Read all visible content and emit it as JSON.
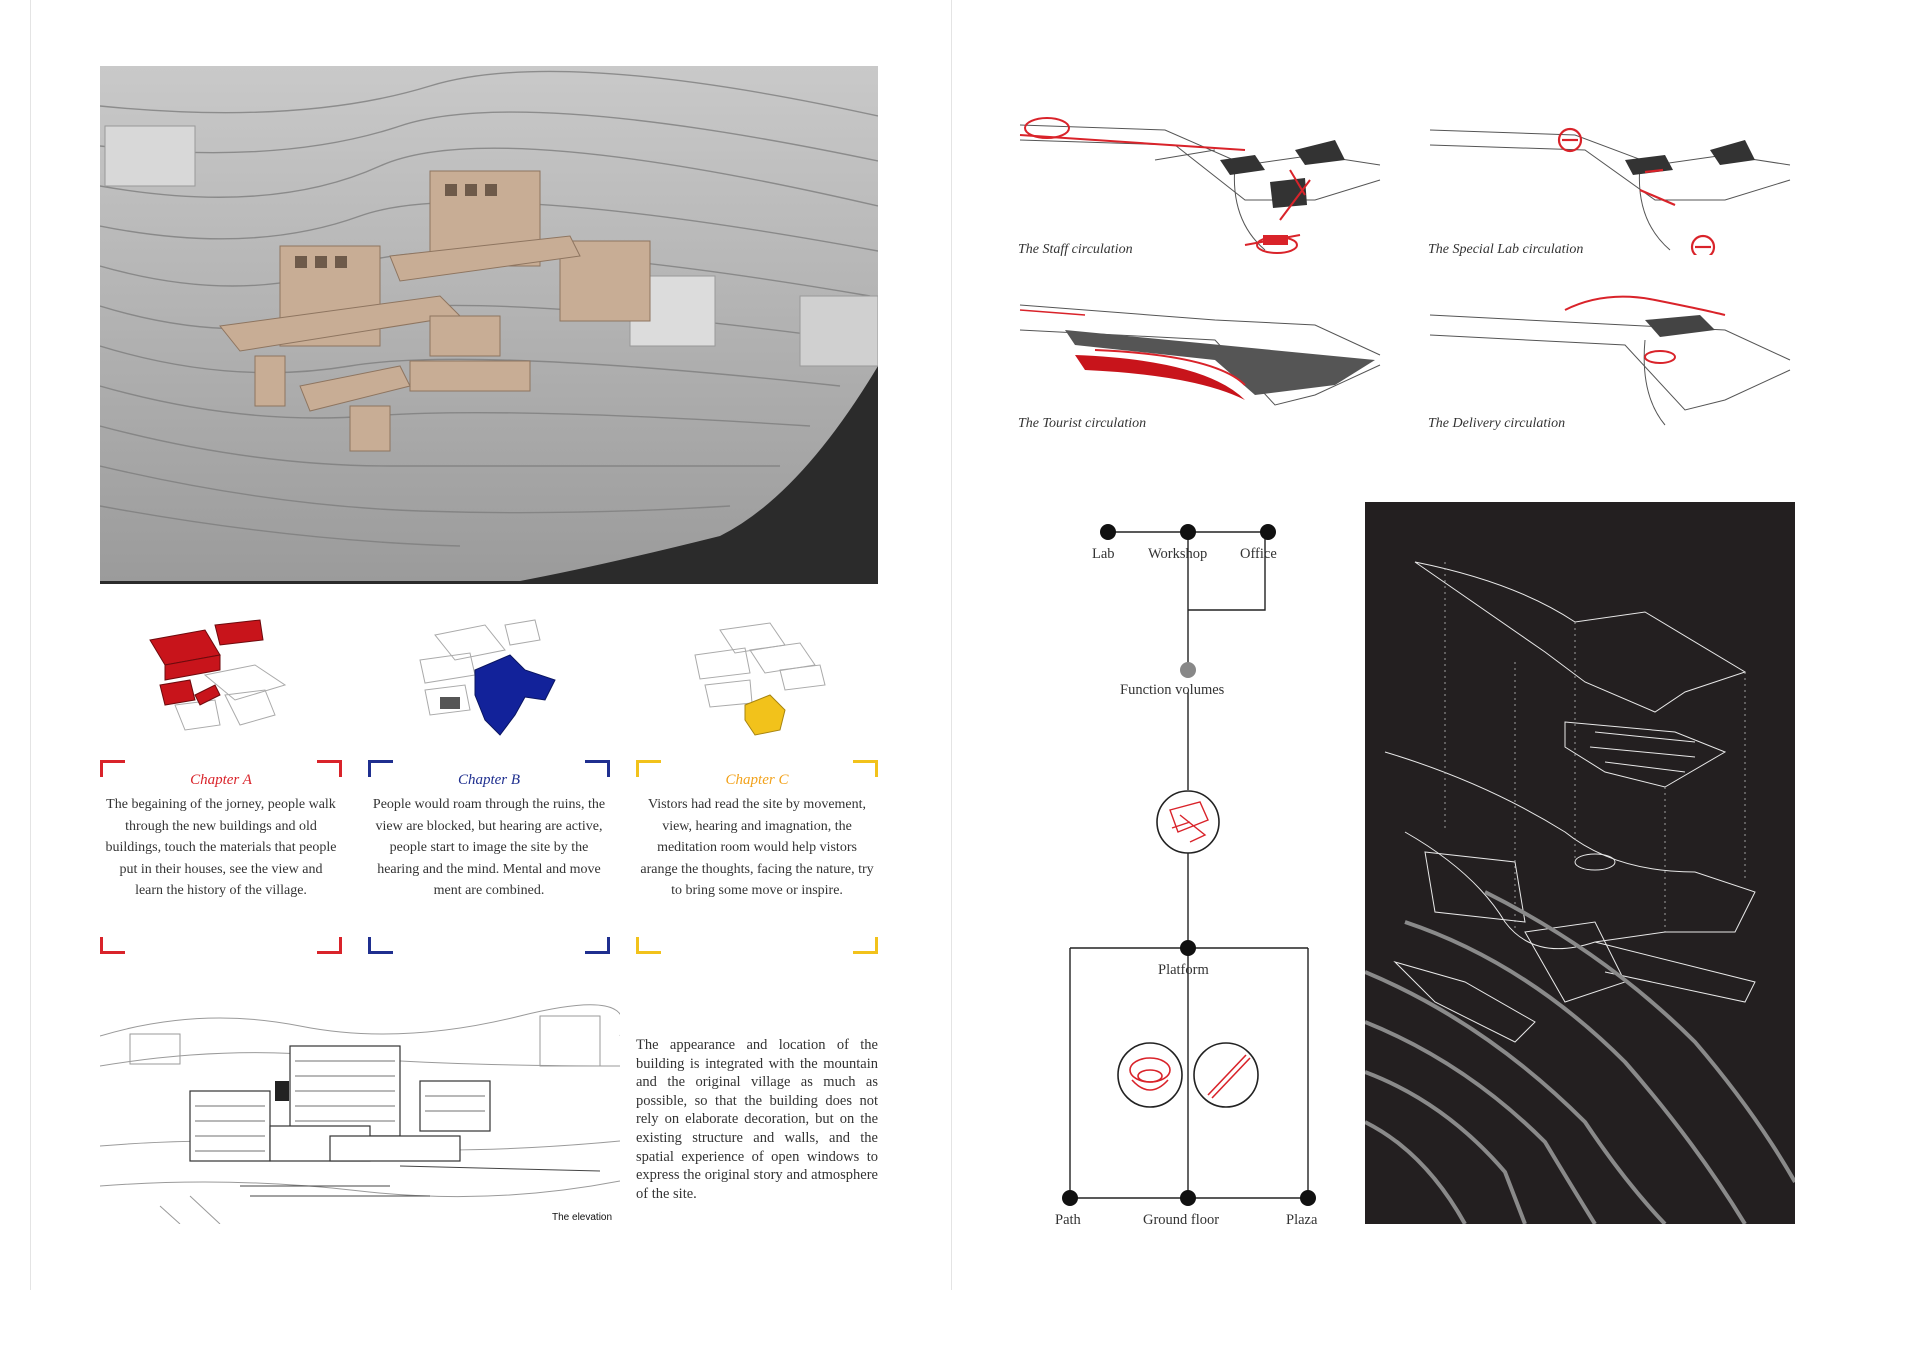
{
  "chapters": [
    {
      "title": "Chapter A",
      "color": "#d9232a",
      "text": "The begaining of the jorney, people walk through the new buildings and old buildings, touch the materials that people put in their houses, see the view and learn the history of the village."
    },
    {
      "title": "Chapter B",
      "color": "#1f2f8f",
      "text": "People would roam through the ruins, the view are blocked, but hearing are active, people start to image the site by the hearing and the mind. Mental and move ment are combined."
    },
    {
      "title": "Chapter C",
      "color": "#f2c21b",
      "text": "Vistors had read the site by movement, view, hearing and imagnation, the meditation room would help vistors arange the thoughts, facing the nature, try to bring some move or inspire."
    }
  ],
  "elevation": {
    "caption": "The elevation",
    "description": "The appearance and location of the building is integrated with the mountain and the original village as much as possible, so that the building does not rely on elaborate decoration, but on the existing structure and walls, and the spatial experience of open windows to express the original story and atmosphere of the site."
  },
  "circulations": [
    {
      "label": "The Staff circulation"
    },
    {
      "label": "The Special Lab circulation"
    },
    {
      "label": "The Tourist circulation"
    },
    {
      "label": "The Delivery circulation"
    }
  ],
  "tree": {
    "top_nodes": [
      "Lab",
      "Workshop",
      "Office"
    ],
    "function": "Function volumes",
    "platform": "Platform",
    "bottom_nodes": [
      "Path",
      "Ground floor",
      "Plaza"
    ]
  },
  "colors": {
    "accent_red": "#d9232a",
    "dark_panel": "#231f20",
    "model_tan": "#c8ad95"
  }
}
